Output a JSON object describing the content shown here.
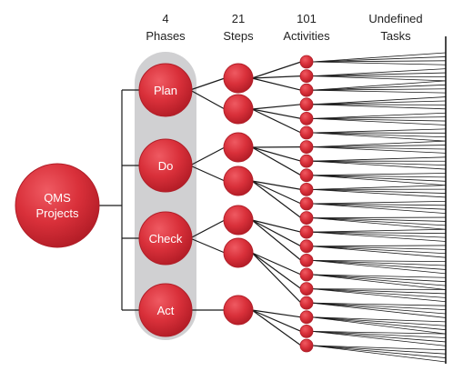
{
  "headers": {
    "phases": {
      "count": "4",
      "label": "Phases"
    },
    "steps": {
      "count": "21",
      "label": "Steps"
    },
    "activities": {
      "count": "101",
      "label": "Activities"
    },
    "tasks": {
      "line1": "Undefined",
      "line2": "Tasks"
    }
  },
  "root": {
    "line1": "QMS",
    "line2": "Projects"
  },
  "phases": [
    {
      "label": "Plan"
    },
    {
      "label": "Do"
    },
    {
      "label": "Check"
    },
    {
      "label": "Act"
    }
  ],
  "colors": {
    "node_fill": "#d9303a",
    "node_stroke": "#b01e28",
    "phase_band": "#d0d0d2",
    "line": "#1a1a1a"
  }
}
